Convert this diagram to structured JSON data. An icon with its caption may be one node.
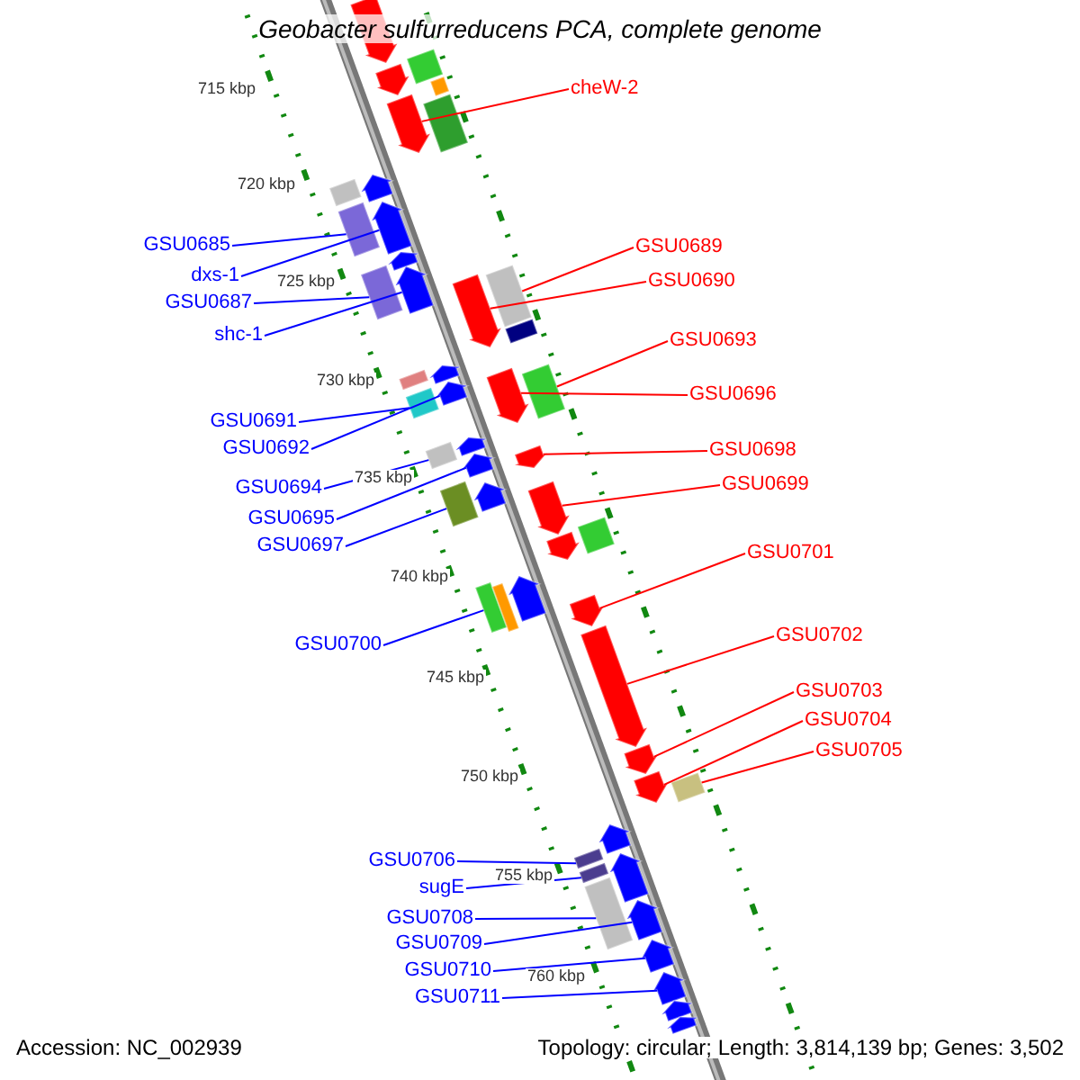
{
  "diagram": {
    "title": "Geobacter sulfurreducens PCA, complete genome",
    "nodes": [
      {
        "text": [
          "cheW-2"
        ]
      },
      {
        "text": [],
        "shape": "arrow"
      },
      {
        "text": [
          "GSU0685"
        ]
      },
      {
        "text": [],
        "shape": "box"
      },
      {
        "text": [
          "dxs-1"
        ]
      },
      {
        "text": [],
        "shape": "arrow"
      },
      {
        "text": [
          "GSU0687"
        ]
      },
      {
        "text": [],
        "shape": "box"
      },
      {
        "text": [
          "shc-1"
        ]
      },
      {
        "text": [],
        "shape": "arrow"
      },
      {
        "text": [
          "GSU0689"
        ]
      },
      {
        "text": [],
        "shape": "box"
      },
      {
        "text": [
          "GSU0690"
        ]
      },
      {
        "text": [],
        "shape": "arrow"
      },
      {
        "text": [
          "GSU0693"
        ]
      },
      {
        "text": [],
        "shape": "box"
      },
      {
        "text": [
          "GSU0696"
        ]
      },
      {
        "text": [],
        "shape": "arrow"
      },
      {
        "text": [
          "GSU0691"
        ]
      },
      {
        "text": [],
        "shape": "box"
      },
      {
        "text": [
          "GSU0692"
        ]
      },
      {
        "text": [],
        "shape": "arrow"
      },
      {
        "text": [
          "GSU0698"
        ]
      },
      {
        "text": [],
        "shape": "arrow"
      },
      {
        "text": [
          "GSU0699"
        ]
      },
      {
        "text": [],
        "shape": "arrow"
      },
      {
        "text": [
          "GSU0694"
        ]
      },
      {
        "text": [],
        "shape": "box"
      },
      {
        "text": [
          "GSU0695"
        ]
      },
      {
        "text": [],
        "shape": "arrow"
      },
      {
        "text": [
          "GSU0697"
        ]
      },
      {
        "text": [],
        "shape": "box"
      },
      {
        "text": [
          "GSU0701"
        ]
      },
      {
        "text": [],
        "shape": "arrow"
      },
      {
        "text": [
          "GSU0702"
        ]
      },
      {
        "text": [],
        "shape": "arrow"
      },
      {
        "text": [
          "GSU0700"
        ]
      },
      {
        "text": [],
        "shape": "box"
      },
      {
        "text": [
          "GSU0703"
        ]
      },
      {
        "text": [],
        "shape": "arrow"
      },
      {
        "text": [
          "GSU0704"
        ]
      },
      {
        "text": [],
        "shape": "arrow"
      },
      {
        "text": [
          "GSU0705"
        ]
      },
      {
        "text": [],
        "shape": "box"
      },
      {
        "text": [
          "GSU0706"
        ]
      },
      {
        "text": [],
        "shape": "box"
      },
      {
        "text": [
          "sugE"
        ]
      },
      {
        "text": [],
        "shape": "box"
      },
      {
        "text": [
          "GSU0708"
        ]
      },
      {
        "text": [],
        "shape": "box"
      },
      {
        "text": [
          "GSU0709"
        ]
      },
      {
        "text": [],
        "shape": "arrow"
      },
      {
        "text": [
          "GSU0710"
        ]
      },
      {
        "text": [],
        "shape": "arrow"
      },
      {
        "text": [
          "GSU0711"
        ]
      },
      {
        "text": [],
        "shape": "arrow"
      },
      {
        "text": [],
        "shape": "arrow"
      },
      {
        "text": [],
        "shape": "box"
      },
      {
        "text": [],
        "shape": "box"
      },
      {
        "text": [],
        "shape": "arrow"
      },
      {
        "text": [],
        "shape": "box"
      },
      {
        "text": [],
        "shape": "arrow"
      },
      {
        "text": [],
        "shape": "box"
      },
      {
        "text": [],
        "shape": "arrow"
      },
      {
        "text": [],
        "shape": "box"
      },
      {
        "text": [],
        "shape": "arrow"
      },
      {
        "text": [],
        "shape": "box"
      },
      {
        "text": [],
        "shape": "arrow"
      },
      {
        "text": [],
        "shape": "arrow"
      },
      {
        "text": [],
        "shape": "box"
      },
      {
        "text": [],
        "shape": "arrow"
      },
      {
        "text": [],
        "shape": "arrow"
      },
      {
        "text": [],
        "shape": "box"
      },
      {
        "text": [],
        "shape": "arrow"
      },
      {
        "text": [],
        "shape": "arrow"
      },
      {
        "text": [],
        "shape": "arrow"
      },
      {
        "text": [],
        "shape": "arrow"
      }
    ],
    "edges": [
      {
        "from": 0,
        "to": 1,
        "arrow": "none",
        "color": "#ff0000"
      },
      {
        "from": 2,
        "to": 3,
        "arrow": "none",
        "color": "#0000ff"
      },
      {
        "from": 4,
        "to": 5,
        "arrow": "none",
        "color": "#0000ff"
      },
      {
        "from": 6,
        "to": 7,
        "arrow": "none",
        "color": "#0000ff"
      },
      {
        "from": 8,
        "to": 9,
        "arrow": "none",
        "color": "#0000ff"
      },
      {
        "from": 10,
        "to": 11,
        "arrow": "none",
        "color": "#ff0000"
      },
      {
        "from": 12,
        "to": 13,
        "arrow": "none",
        "color": "#ff0000"
      },
      {
        "from": 14,
        "to": 15,
        "arrow": "none",
        "color": "#ff0000"
      },
      {
        "from": 16,
        "to": 17,
        "arrow": "none",
        "color": "#ff0000"
      },
      {
        "from": 18,
        "to": 19,
        "arrow": "none",
        "color": "#0000ff"
      },
      {
        "from": 20,
        "to": 21,
        "arrow": "none",
        "color": "#0000ff"
      },
      {
        "from": 22,
        "to": 23,
        "arrow": "none",
        "color": "#ff0000"
      },
      {
        "from": 24,
        "to": 25,
        "arrow": "none",
        "color": "#ff0000"
      },
      {
        "from": 26,
        "to": 27,
        "arrow": "none",
        "color": "#0000ff"
      },
      {
        "from": 28,
        "to": 29,
        "arrow": "none",
        "color": "#0000ff"
      },
      {
        "from": 30,
        "to": 31,
        "arrow": "none",
        "color": "#0000ff"
      },
      {
        "from": 32,
        "to": 33,
        "arrow": "none",
        "color": "#ff0000"
      },
      {
        "from": 34,
        "to": 35,
        "arrow": "none",
        "color": "#ff0000"
      },
      {
        "from": 36,
        "to": 37,
        "arrow": "none",
        "color": "#0000ff"
      },
      {
        "from": 38,
        "to": 39,
        "arrow": "none",
        "color": "#ff0000"
      },
      {
        "from": 40,
        "to": 41,
        "arrow": "none",
        "color": "#ff0000"
      },
      {
        "from": 42,
        "to": 43,
        "arrow": "none",
        "color": "#ff0000"
      },
      {
        "from": 44,
        "to": 45,
        "arrow": "none",
        "color": "#0000ff"
      },
      {
        "from": 46,
        "to": 47,
        "arrow": "none",
        "color": "#0000ff"
      },
      {
        "from": 48,
        "to": 49,
        "arrow": "none",
        "color": "#0000ff"
      },
      {
        "from": 50,
        "to": 51,
        "arrow": "none",
        "color": "#0000ff"
      },
      {
        "from": 52,
        "to": 53,
        "arrow": "none",
        "color": "#0000ff"
      },
      {
        "from": 54,
        "to": 55,
        "arrow": "none",
        "color": "#0000ff"
      }
    ],
    "labels": [
      "715 kbp",
      "720 kbp",
      "725 kbp",
      "730 kbp",
      "735 kbp",
      "740 kbp",
      "745 kbp",
      "750 kbp",
      "755 kbp",
      "760 kbp",
      "Accession: NC_002939",
      "Topology: circular; Length: 3,814,139 bp; Genes: 3,502"
    ]
  }
}
